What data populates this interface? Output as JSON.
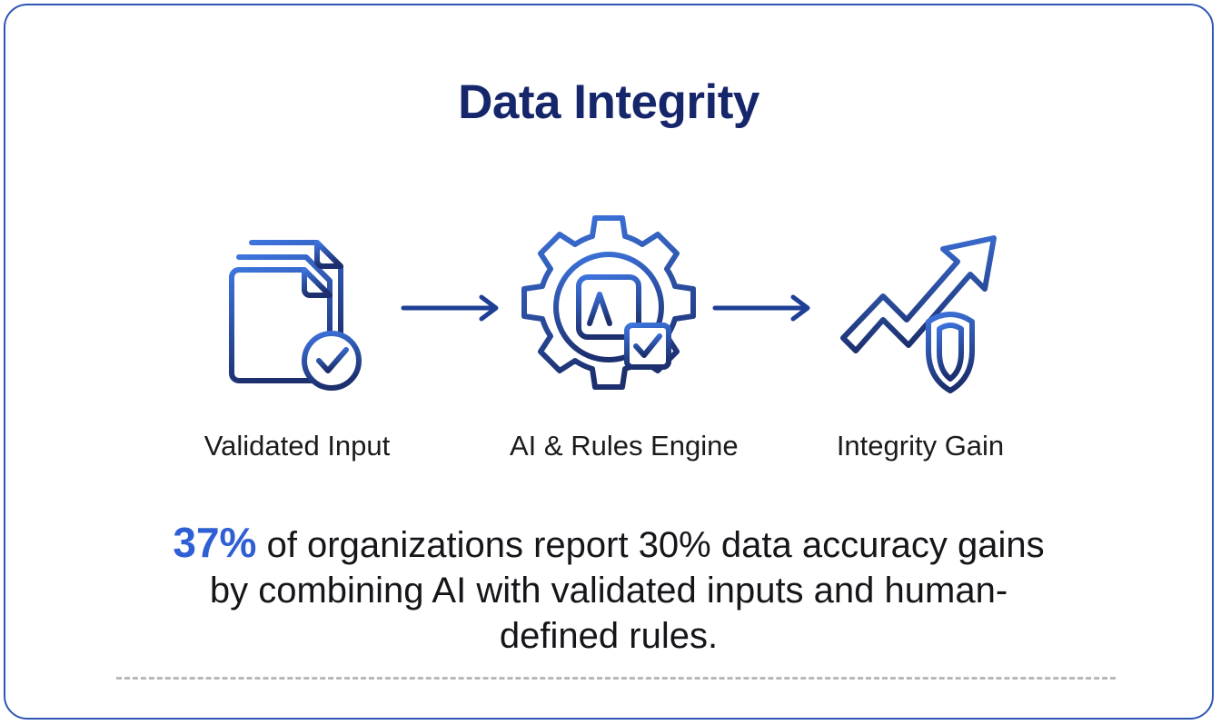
{
  "card": {
    "border_color": "#2f56b5",
    "background": "#ffffff"
  },
  "header": {
    "title": "Data Integrity",
    "title_color": "#16266b"
  },
  "flow": {
    "steps": [
      {
        "label": "Validated Input",
        "icon": "documents-check-icon"
      },
      {
        "label": "AI & Rules Engine",
        "icon": "gear-ai-chip-check-icon"
      },
      {
        "label": "Integrity Gain",
        "icon": "growth-arrow-shield-icon"
      }
    ],
    "connectors": [
      {
        "icon": "arrow-right-icon"
      },
      {
        "icon": "arrow-right-icon"
      }
    ],
    "icon_gradient_from": "#3d74dd",
    "icon_gradient_to": "#1c2f6e",
    "arrow_color": "#1f3f96"
  },
  "stat": {
    "percent": "37%",
    "percent_color": "#2f5fd4",
    "body": " of organizations report 30% data accuracy gains by combining AI with validated inputs and human-defined rules.",
    "full_text": "37% of organizations report 30% data accuracy gains by combining AI with validated inputs and human-defined rules."
  },
  "footer": {
    "divider": "dashed-divider",
    "divider_color": "#b9b9b9"
  }
}
